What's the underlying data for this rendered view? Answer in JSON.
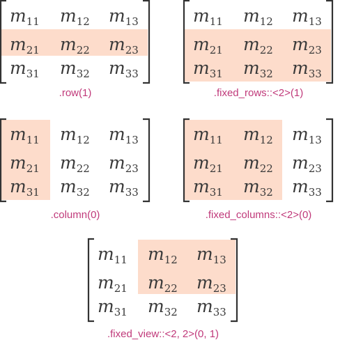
{
  "colors": {
    "highlight": "#fddccb",
    "caption": "#c0397a",
    "element": "#3a3a3a",
    "bracket": "#333333"
  },
  "element_symbol": "m",
  "subscripts": [
    [
      "11",
      "12",
      "13"
    ],
    [
      "21",
      "22",
      "23"
    ],
    [
      "31",
      "32",
      "33"
    ]
  ],
  "panels": [
    {
      "caption": ".row(1)",
      "highlight_rows": [
        1,
        1
      ],
      "highlight_cols": [
        0,
        2
      ]
    },
    {
      "caption": ".fixed_rows::<2>(1)",
      "highlight_rows": [
        1,
        2
      ],
      "highlight_cols": [
        0,
        2
      ]
    },
    {
      "caption": ".column(0)",
      "highlight_rows": [
        0,
        2
      ],
      "highlight_cols": [
        0,
        0
      ]
    },
    {
      "caption": ".fixed_columns::<2>(0)",
      "highlight_rows": [
        0,
        2
      ],
      "highlight_cols": [
        0,
        1
      ]
    },
    {
      "caption": ".fixed_view::<2, 2>(0, 1)",
      "highlight_rows": [
        0,
        1
      ],
      "highlight_cols": [
        1,
        2
      ]
    }
  ]
}
